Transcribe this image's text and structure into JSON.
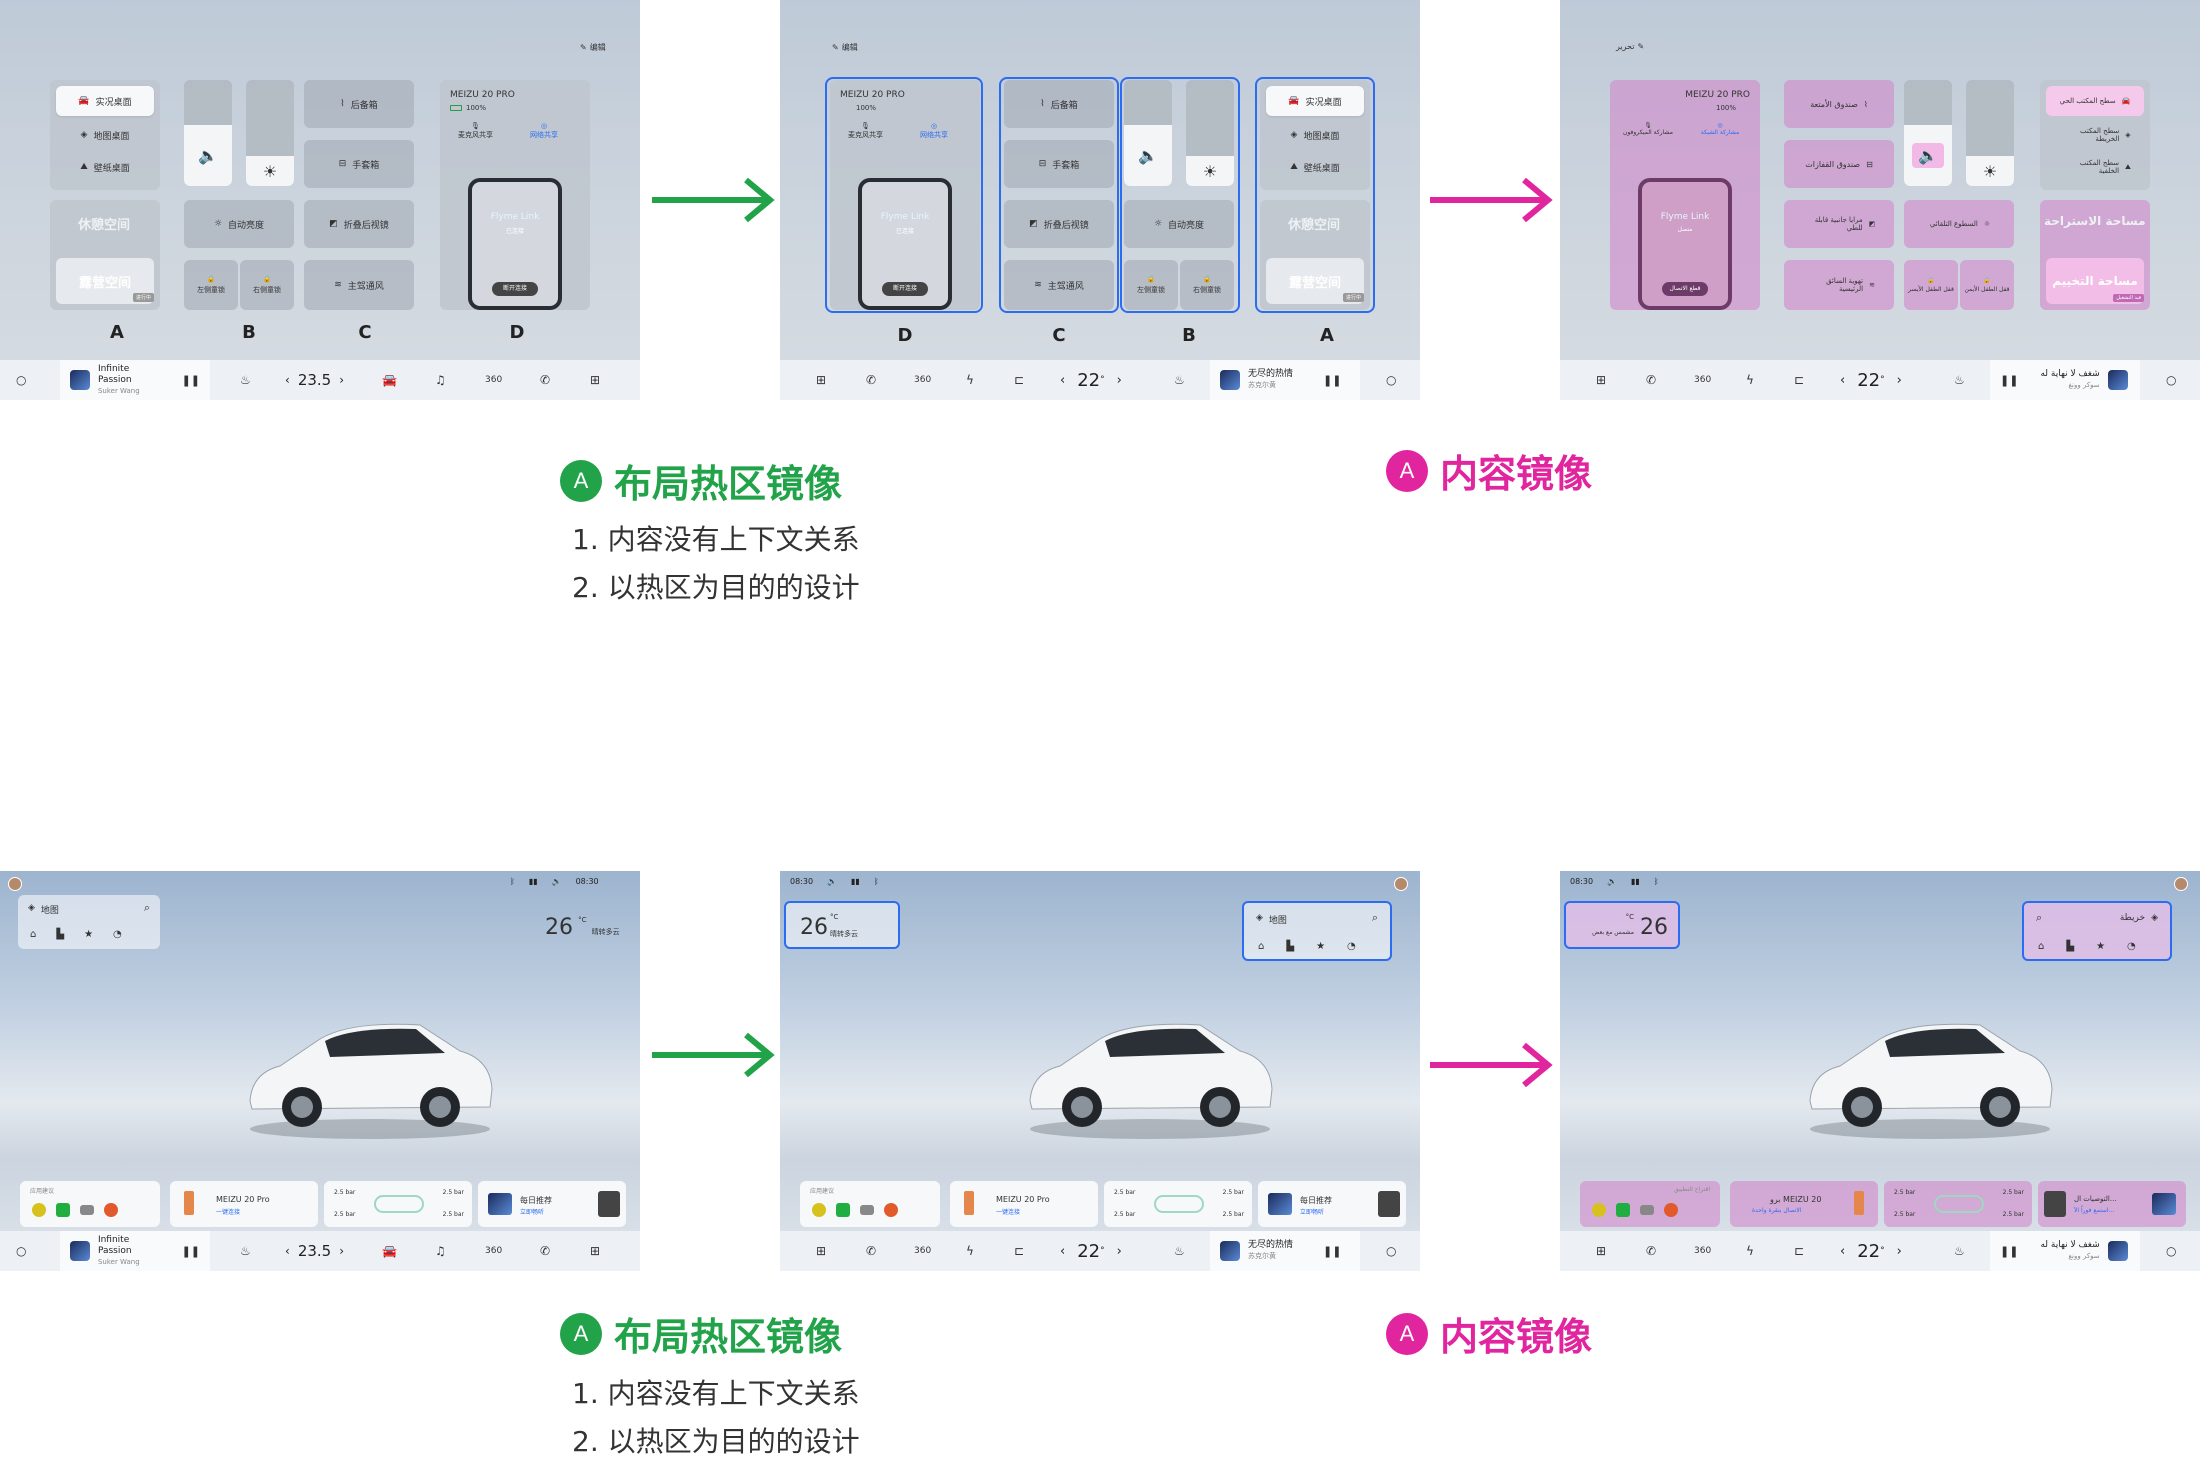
{
  "colors": {
    "green": "#22a34a",
    "magenta": "#e0259e",
    "outline_blue": "#2c6cf0",
    "pink_overlay": "#d282c8"
  },
  "captions": {
    "layout_title": "布局热区镜像",
    "content_title": "内容镜像",
    "badge_letter": "A",
    "notes": [
      "1. 内容没有上下文关系",
      "2. 以热区为目的的设计"
    ]
  },
  "panel": {
    "edit_label": "编辑",
    "edit_label_ar": "تحرير",
    "letters": {
      "a": "A",
      "b": "B",
      "c": "C",
      "d": "D"
    },
    "col_a": {
      "items": [
        "实况桌面",
        "地图桌面",
        "壁纸桌面"
      ],
      "rest": "休憩空间",
      "camp": "露营空间",
      "camp_tag": "进行中"
    },
    "col_b": {
      "auto_brightness": "自动亮度",
      "left_lock": "左侧童锁",
      "right_lock": "右侧童锁"
    },
    "col_c": {
      "items": [
        "后备箱",
        "手套箱",
        "折叠后视镜",
        "主驾通风"
      ]
    },
    "col_d": {
      "device": "MEIZU 20 PRO",
      "battery": "100%",
      "mic_share": "麦克风共享",
      "stream_share": "网络共享",
      "flyme": "Flyme Link",
      "connected": "已连接",
      "disconnect": "断开连接"
    },
    "ar": {
      "col_a": [
        "سطح المكتب الحي",
        "سطح المكتب الخريطة",
        "سطح المكتب الخلفية"
      ],
      "rest": "مساحة الاستراحة",
      "camp": "مساحة التخييم",
      "camp_tag": "قيد التشغيل",
      "col_c": [
        "صندوق الأمتعة",
        "صندوق القفازات",
        "مرايا جانبية قابلة للطي",
        "تهوية السائق الرئيسية"
      ],
      "auto_brightness": "السطوع التلقائي",
      "left_lock": "قفل الطفل الأيسر",
      "right_lock": "قفل الطفل الأيمن",
      "mic_share": "مشاركة الميكروفون",
      "stream_share": "مشاركة الشبكة",
      "connected": "متصل",
      "disconnect": "قطع الاتصال"
    }
  },
  "bottom_bar": {
    "song_a": "Infinite Passion",
    "artist_a": "Suker Wang",
    "temp_a": "23.5",
    "song_b": "无尽的热情",
    "artist_b": "苏克尔黄",
    "temp_b": "22",
    "song_c": "شغف لا نهاية له",
    "artist_c": "سوكر وونغ",
    "icons": [
      "circle-icon",
      "pause-icon",
      "defrost-icon",
      "car-icon",
      "music-icon",
      "360-icon",
      "phone-icon",
      "grid-icon",
      "bolt-icon",
      "seat-icon"
    ]
  },
  "car_screen": {
    "time": "08:30",
    "map_label": "地图",
    "map_label_ar": "خريطة",
    "temp": "26",
    "temp_unit": "°C",
    "weather": "晴转多云",
    "weather_ar": "مشمس مع بعض",
    "apps_title": "应用建议",
    "apps_title_ar": "اقتراح التطبيق",
    "phone_card": "MEIZU 20 Pro",
    "phone_card_sub": "一键连接",
    "phone_card_ar": "برو MEIZU 20",
    "phone_card_sub_ar": "الاتصال بنقرة واحدة",
    "pressure": [
      "2.5 bar",
      "2.5 bar",
      "2.5 bar",
      "2.5 bar"
    ],
    "daily": "每日推荐",
    "daily_sub": "立即畅听",
    "daily_ar": "التوصيات ال...",
    "daily_sub_ar": "استمع فوراً الآ..."
  }
}
